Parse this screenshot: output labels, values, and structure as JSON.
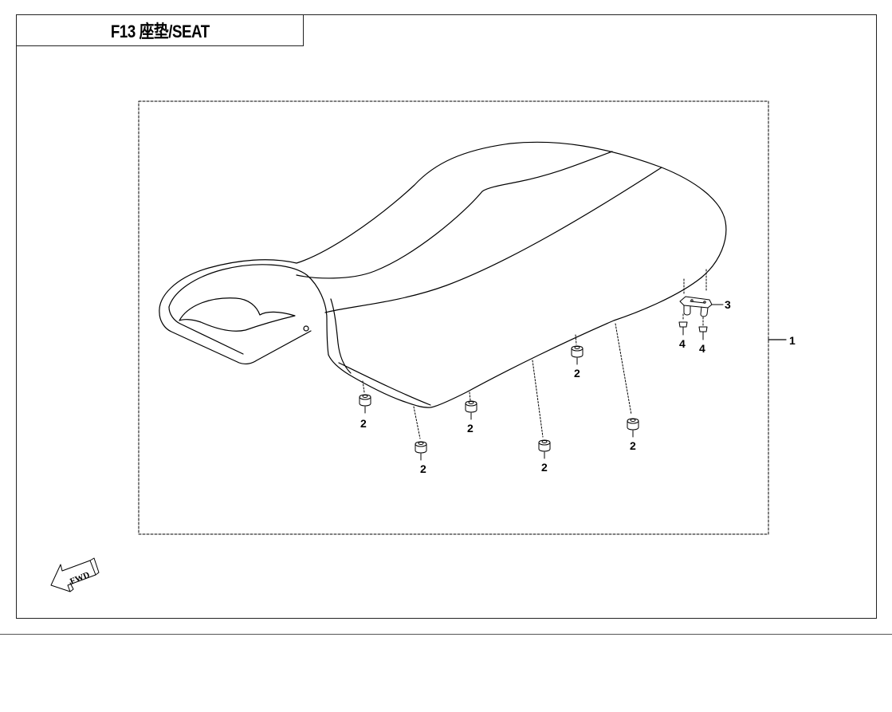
{
  "title": "F13 座垫/SEAT",
  "callouts": {
    "assembly": "1",
    "grommet": "2",
    "bracket": "3",
    "clip": "4"
  },
  "fwd_label": "FWD",
  "icons": {
    "fwd_arrow": "forward-direction-arrow-icon"
  }
}
